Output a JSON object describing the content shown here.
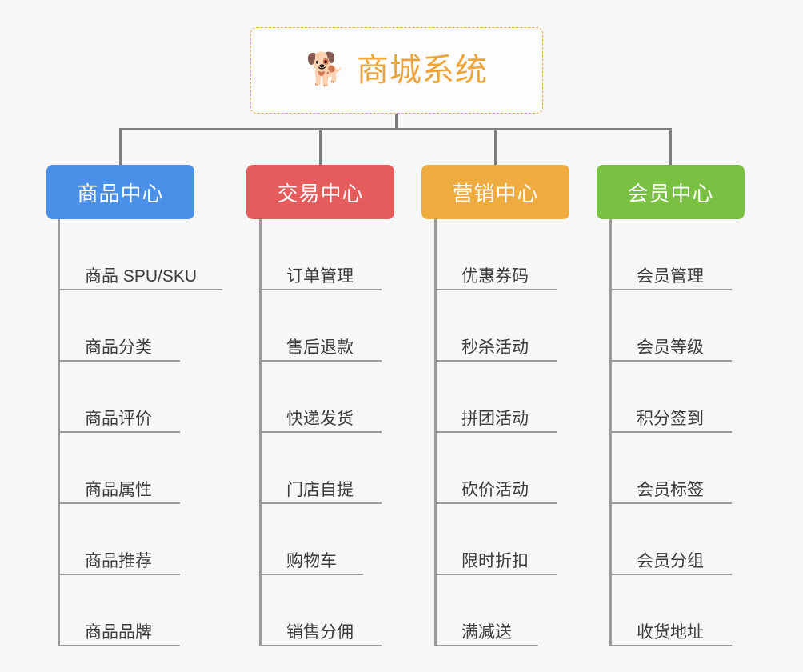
{
  "root": {
    "icon": "shiba-dog-emoji",
    "icon_glyph": "🐕",
    "title": "商城系统",
    "title_color": "#eda53b",
    "border_color": "#e8a33d"
  },
  "page": {
    "background_color": "#f7f7f7",
    "connector_color": "#7d7d7d",
    "leaf_line_color": "#9a9a9a",
    "leaf_text_color": "#3c3c3c"
  },
  "columns": [
    {
      "id": "product-center",
      "label": "商品中心",
      "color": "#4a90e8",
      "items": [
        "商品 SPU/SKU",
        "商品分类",
        "商品评价",
        "商品属性",
        "商品推荐",
        "商品品牌"
      ]
    },
    {
      "id": "trade-center",
      "label": "交易中心",
      "color": "#e55c5c",
      "items": [
        "订单管理",
        "售后退款",
        "快递发货",
        "门店自提",
        "购物车",
        "销售分佣"
      ]
    },
    {
      "id": "marketing-center",
      "label": "营销中心",
      "color": "#eeab40",
      "items": [
        "优惠券码",
        "秒杀活动",
        "拼团活动",
        "砍价活动",
        "限时折扣",
        "满减送"
      ]
    },
    {
      "id": "member-center",
      "label": "会员中心",
      "color": "#7ac143",
      "items": [
        "会员管理",
        "会员等级",
        "积分签到",
        "会员标签",
        "会员分组",
        "收货地址"
      ]
    }
  ]
}
